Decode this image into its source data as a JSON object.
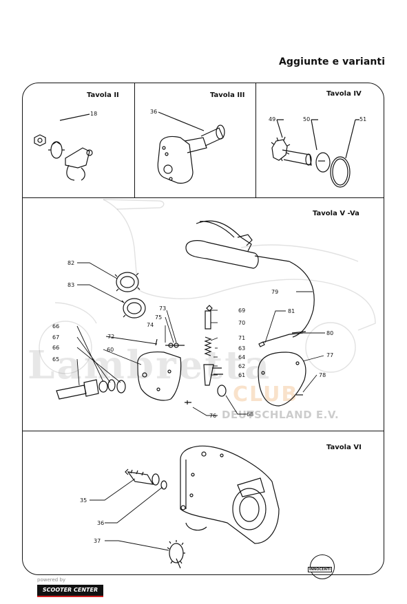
{
  "page": {
    "title": "Aggiunte e varianti"
  },
  "panels": {
    "t2": {
      "title": "Tavola  II",
      "labels": [
        "18"
      ]
    },
    "t3": {
      "title": "Tavola  III",
      "labels": [
        "36"
      ]
    },
    "t4": {
      "title": "Tavola  IV",
      "labels": [
        "49",
        "50",
        "51"
      ]
    },
    "t5": {
      "title": "Tavola  V -Va",
      "labels": [
        "82",
        "83",
        "73",
        "75",
        "74",
        "72",
        "60",
        "66",
        "67",
        "66",
        "65",
        "69",
        "70",
        "71",
        "63",
        "64",
        "62",
        "61",
        "79",
        "81",
        "80",
        "77",
        "78",
        "76",
        "68"
      ]
    },
    "t6": {
      "title": "Tavola  VI",
      "labels": [
        "35",
        "36",
        "37"
      ]
    }
  },
  "watermark": {
    "main": "Lambretta",
    "club": "CLUB",
    "sub": "DEUTSCHLAND E.V."
  },
  "footer": {
    "powered": "powered by",
    "sponsor": "SCOOTER CENTER",
    "brand": "INNOCENTI"
  }
}
